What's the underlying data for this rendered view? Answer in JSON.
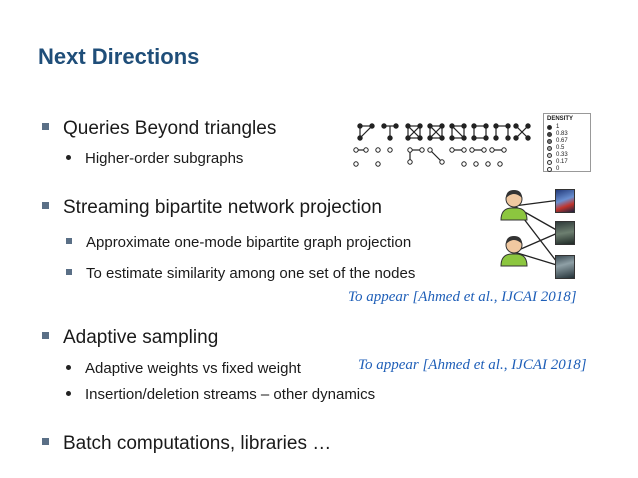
{
  "slide": {
    "title": "Next Directions",
    "bullets": [
      {
        "text": "Queries Beyond triangles"
      },
      {
        "text": "Higher-order subgraphs"
      },
      {
        "text": "Streaming bipartite network projection"
      },
      {
        "text": "Approximate one-mode bipartite graph projection"
      },
      {
        "text": "To estimate similarity among one set of the nodes"
      },
      {
        "text": "Adaptive sampling"
      },
      {
        "text": "Adaptive weights vs fixed weight"
      },
      {
        "text": "Insertion/deletion streams – other dynamics"
      },
      {
        "text": "Batch computations, libraries …"
      }
    ],
    "citations": [
      "To appear [Ahmed et al., IJCAI 2018]",
      "To appear [Ahmed et al., IJCAI 2018]"
    ],
    "density_legend": {
      "title": "DENSITY",
      "values": [
        "1",
        "0.83",
        "0.67",
        "0.5",
        "0.33",
        "0.17",
        "0"
      ]
    },
    "colors": {
      "title": "#1f4e79",
      "citation": "#1f5fb8",
      "marker": "#5a6f86"
    }
  }
}
